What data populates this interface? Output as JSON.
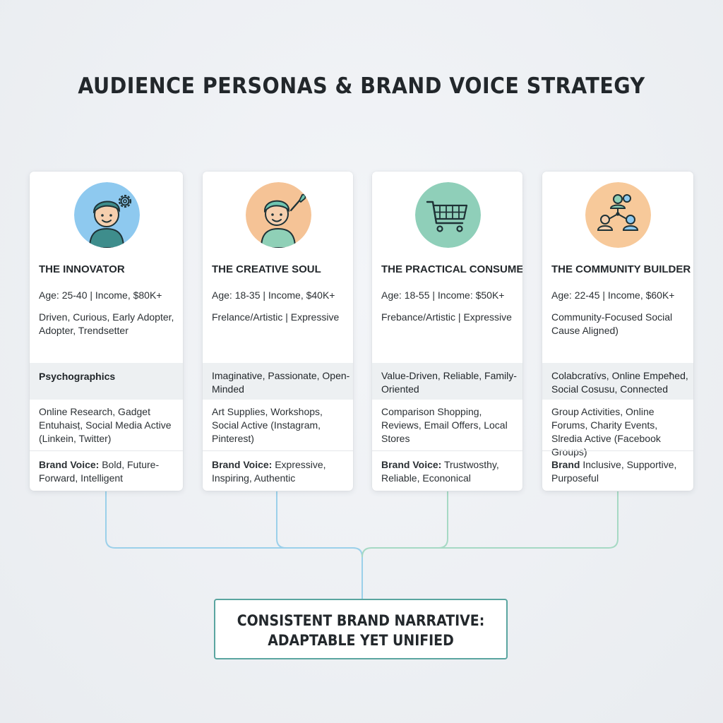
{
  "title": "AUDIENCE PERSONAS & BRAND VOICE STRATEGY",
  "colors": {
    "innovator_avatar": "#8ec9ef",
    "creative_avatar": "#f5c396",
    "practical_avatar": "#8fcfb9",
    "community_avatar": "#f7c99a",
    "connector_blue": "#9bd0ea",
    "connector_green": "#a6d9c4",
    "summary_border": "#5aa5a0"
  },
  "personas": [
    {
      "icon": "person-gear-icon",
      "name": "THE INNOVATOR",
      "demographics": "Age: 25-40 | Income, $80K+",
      "traits": "Driven, Curious, Early Adopter, Adopter, Trendsetter",
      "psychographics": "Psychographics",
      "channels": "Online Research, Gadget Entuhaisṭ, Social Media Active (Linkein, Twitter)",
      "voice_label": "Brand Voice:",
      "voice": "Bold, Future-Forward, Intelligent"
    },
    {
      "icon": "person-paintbrush-icon",
      "name": "THE CREATIVE SOUL",
      "demographics": "Age: 18-35 | Income, $40K+",
      "traits": "Frelance/Artistic | Expressive",
      "psychographics": "Imaginative, Passionate, Open-Minded",
      "channels": "Art Supplies, Workshops, Social Active (Instagram, Pinterest)",
      "voice_label": "Brand Voice:",
      "voice": "Expressive, Inspiring, Authentic"
    },
    {
      "icon": "shopping-cart-icon",
      "name": "THE PRACTICAL CONSUMER",
      "demographics": "Age: 18-55 | Income: $50K+",
      "traits": "Frebance/Artistic | Expressive",
      "psychographics": "Value-Driven, Reliable, Family-Oriented",
      "channels": "Comparison Shopping, Reviews, Email Offers, Local Stores",
      "voice_label": "Brand Voice:",
      "voice": "Trustwosthy, Reliable, Econonical"
    },
    {
      "icon": "community-network-icon",
      "name": "THE COMMUNITY BUILDER",
      "demographics": "Age: 22-45 | Income, $60K+",
      "traits": "Community-Focused Social Cause Aligned)",
      "psychographics": "Colabcratívs, Online Empeħed, Social Cosusu, Connected",
      "channels": "Group Activities, Online Forums, Charity Events, Slredia Active (Facebook Groups)",
      "voice_label": "Brand",
      "voice": "Inclusive, Supportive, Purposeful"
    }
  ],
  "summary": {
    "line1": "CONSISTENT BRAND NARRATIVE:",
    "line2": "ADAPTABLE YET UNIFIED"
  }
}
